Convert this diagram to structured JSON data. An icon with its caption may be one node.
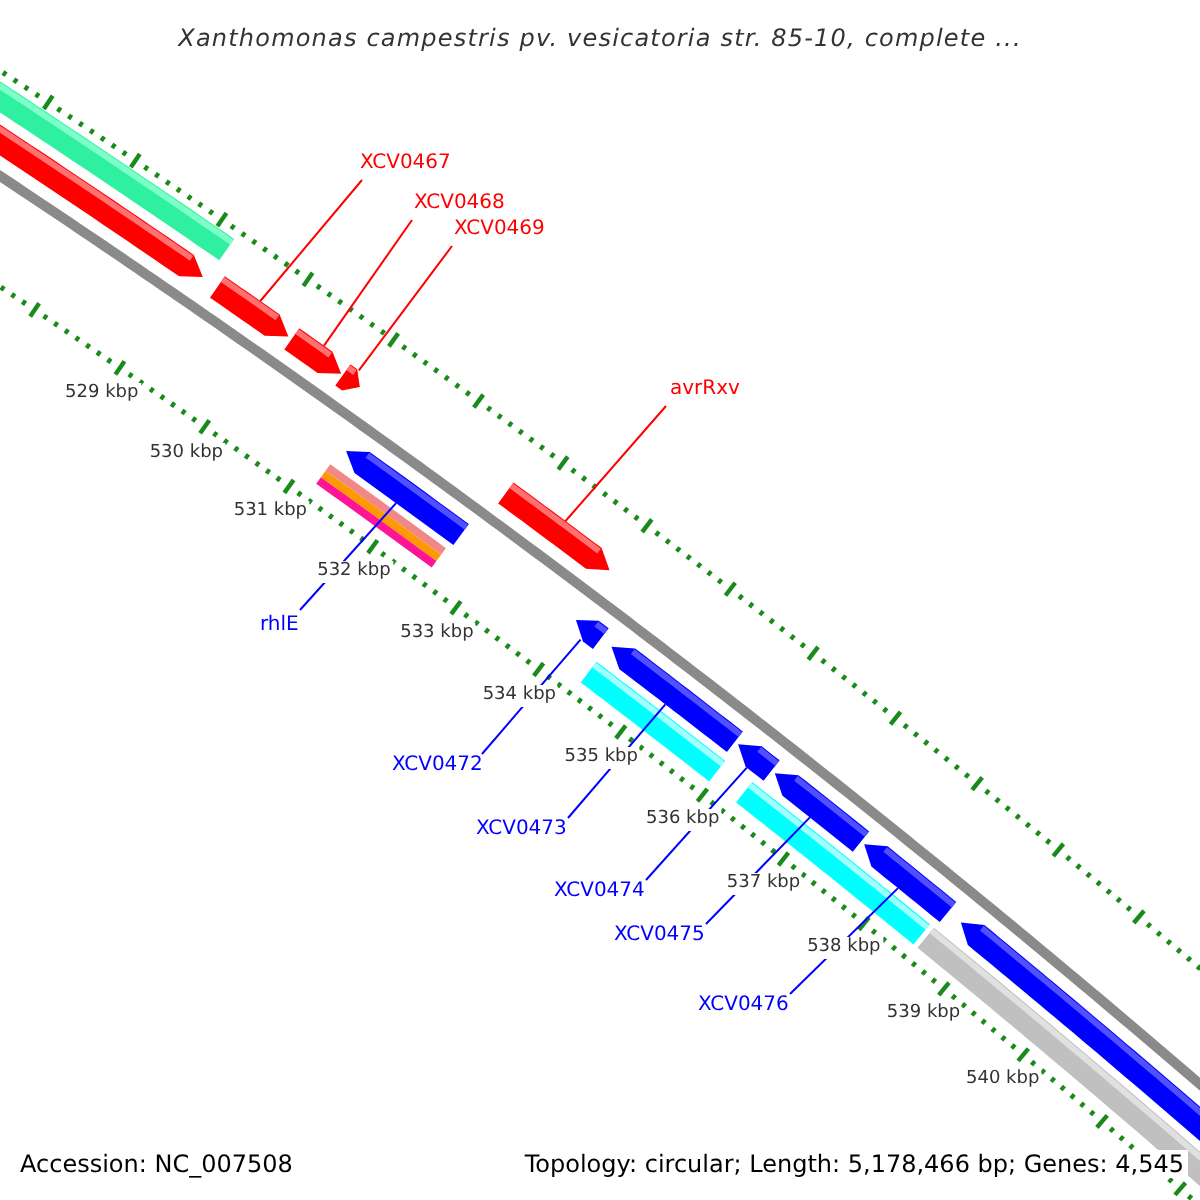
{
  "diagram": {
    "title": "Xanthomonas campestris pv. vesicatoria str. 85-10, complete ...",
    "nodes": [
      {
        "text": [
          "XCV0467"
        ]
      },
      {
        "text": [
          "XCV0468"
        ]
      },
      {
        "text": [
          "XCV0469"
        ]
      },
      {
        "text": [
          "avrRxv"
        ]
      },
      {
        "text": [
          "rhlE"
        ]
      },
      {
        "text": [
          "XCV0472"
        ]
      },
      {
        "text": [
          "XCV0473"
        ]
      },
      {
        "text": [
          "XCV0474"
        ]
      },
      {
        "text": [
          "XCV0475"
        ]
      },
      {
        "text": [
          "XCV0476"
        ]
      },
      {
        "text": [],
        "shape": "pentagon"
      },
      {
        "text": [],
        "shape": "pentagon"
      },
      {
        "text": [],
        "shape": "pentagon"
      },
      {
        "text": [],
        "shape": "pentagon"
      },
      {
        "text": [],
        "shape": "pentagon"
      },
      {
        "text": [],
        "shape": "pentagon"
      },
      {
        "text": [],
        "shape": "pentagon"
      },
      {
        "text": [],
        "shape": "pentagon"
      },
      {
        "text": [],
        "shape": "pentagon"
      },
      {
        "text": [],
        "shape": "pentagon"
      }
    ],
    "edges": [
      {
        "from": 0,
        "to": 10,
        "arrow": "none",
        "color": "#ff0000"
      },
      {
        "from": 1,
        "to": 11,
        "arrow": "none",
        "color": "#ff0000"
      },
      {
        "from": 2,
        "to": 12,
        "arrow": "none",
        "color": "#ff0000"
      },
      {
        "from": 3,
        "to": 13,
        "arrow": "none",
        "color": "#ff0000"
      },
      {
        "from": 4,
        "to": 14,
        "arrow": "none"
      },
      {
        "from": 5,
        "to": 15,
        "arrow": "none"
      },
      {
        "from": 6,
        "to": 16,
        "arrow": "none"
      },
      {
        "from": 7,
        "to": 17,
        "arrow": "none"
      },
      {
        "from": 8,
        "to": 18,
        "arrow": "none"
      },
      {
        "from": 9,
        "to": 19,
        "arrow": "none"
      }
    ],
    "labels": [
      "529 kbp",
      "530 kbp",
      "531 kbp",
      "532 kbp",
      "533 kbp",
      "534 kbp",
      "535 kbp",
      "536 kbp",
      "537 kbp",
      "538 kbp",
      "539 kbp",
      "540 kbp",
      "Accession: NC_007508",
      "Topology: circular; Length: 5,178,466 bp; Genes: 4,545"
    ]
  }
}
